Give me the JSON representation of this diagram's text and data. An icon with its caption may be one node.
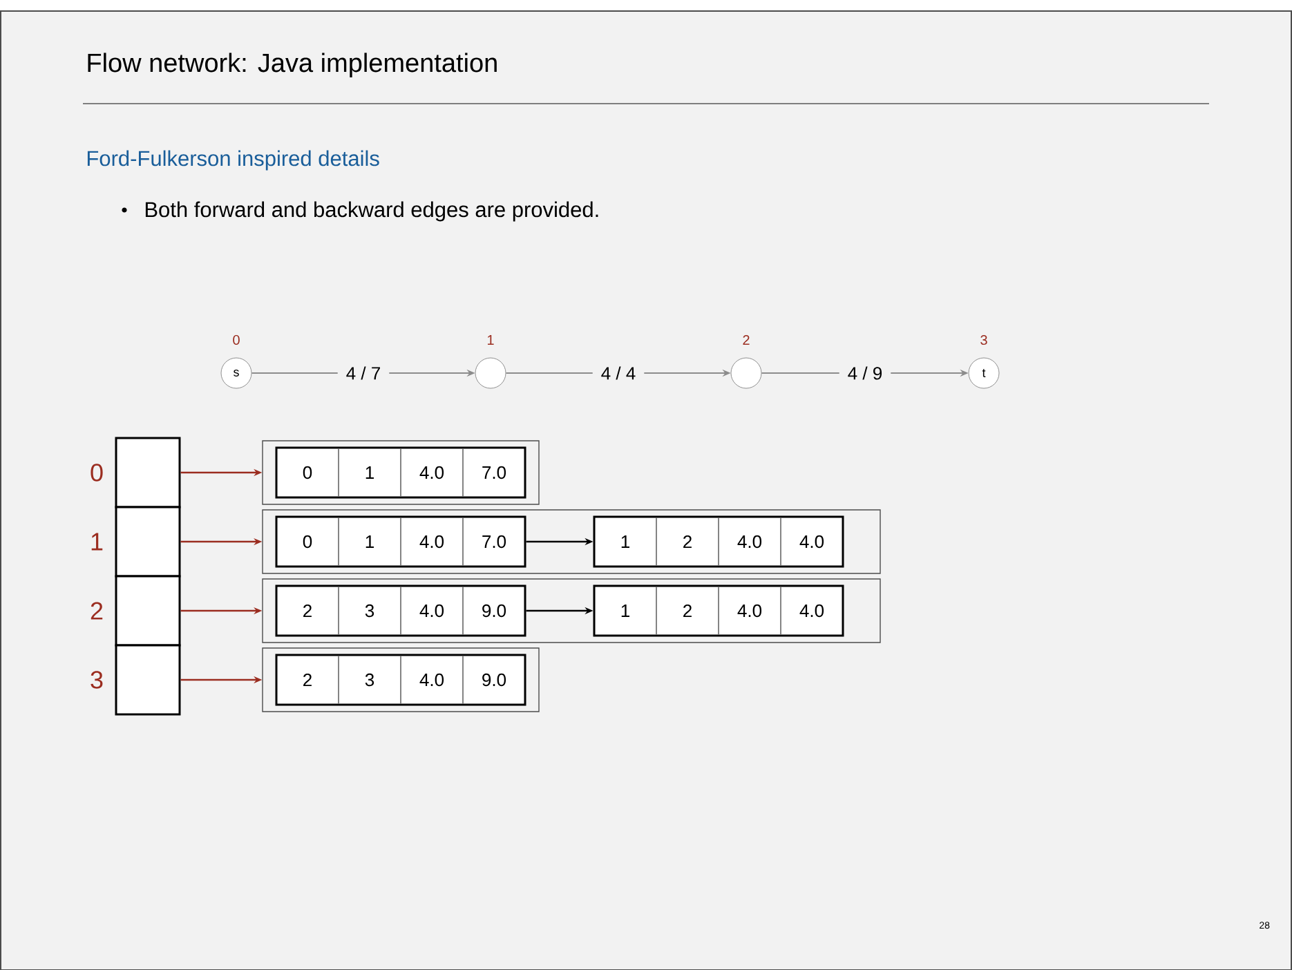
{
  "diagram": {
    "title": "Flow network:  Java implementation",
    "nodes": [
      {
        "text": [
          "s"
        ],
        "beside": [
          "0"
        ]
      },
      {
        "text": [],
        "shape": "circle",
        "beside": [
          "1"
        ]
      },
      {
        "text": [],
        "shape": "circle",
        "beside": [
          "2"
        ]
      },
      {
        "text": [
          "t"
        ],
        "beside": [
          "3"
        ]
      },
      {
        "text": [],
        "shape": "box",
        "beside": [
          "0"
        ]
      },
      {
        "text": [],
        "shape": "box",
        "beside": [
          "1"
        ]
      },
      {
        "text": [],
        "shape": "box",
        "beside": [
          "2"
        ]
      },
      {
        "text": [],
        "shape": "box",
        "beside": [
          "3"
        ]
      },
      {
        "text": [],
        "shape": "box"
      },
      {
        "text": [
          "0",
          "1",
          "4.0",
          "7.0"
        ],
        "in": 8
      },
      {
        "text": [],
        "shape": "box"
      },
      {
        "text": [
          "0",
          "1",
          "4.0",
          "7.0"
        ],
        "in": 10
      },
      {
        "text": [
          "1",
          "2",
          "4.0",
          "4.0"
        ],
        "in": 10
      },
      {
        "text": [],
        "shape": "box"
      },
      {
        "text": [
          "2",
          "3",
          "4.0",
          "9.0"
        ],
        "in": 13
      },
      {
        "text": [
          "1",
          "2",
          "4.0",
          "4.0"
        ],
        "in": 13
      },
      {
        "text": [],
        "shape": "box"
      },
      {
        "text": [
          "2",
          "3",
          "4.0",
          "9.0"
        ],
        "in": 16
      }
    ],
    "edges": [
      {
        "from": 0,
        "to": 1,
        "arrow": "to",
        "label": "4 / 7",
        "color": "#8c8c8c"
      },
      {
        "from": 1,
        "to": 2,
        "arrow": "to",
        "label": "4 / 4",
        "color": "#8c8c8c"
      },
      {
        "from": 2,
        "to": 3,
        "arrow": "to",
        "label": "4 / 9",
        "color": "#8c8c8c"
      },
      {
        "from": 4,
        "to": 8,
        "arrow": "to",
        "color": "#9b2d20"
      },
      {
        "from": 5,
        "to": 10,
        "arrow": "to",
        "color": "#9b2d20"
      },
      {
        "from": 6,
        "to": 13,
        "arrow": "to",
        "color": "#9b2d20"
      },
      {
        "from": 7,
        "to": 16,
        "arrow": "to",
        "color": "#9b2d20"
      },
      {
        "from": 11,
        "to": 12,
        "arrow": "to",
        "color": "#000000"
      },
      {
        "from": 14,
        "to": 15,
        "arrow": "to",
        "color": "#000000"
      }
    ],
    "labels": [
      "Ford-Fulkerson inspired details",
      "Both forward and backward edges are provided.",
      "28"
    ]
  }
}
